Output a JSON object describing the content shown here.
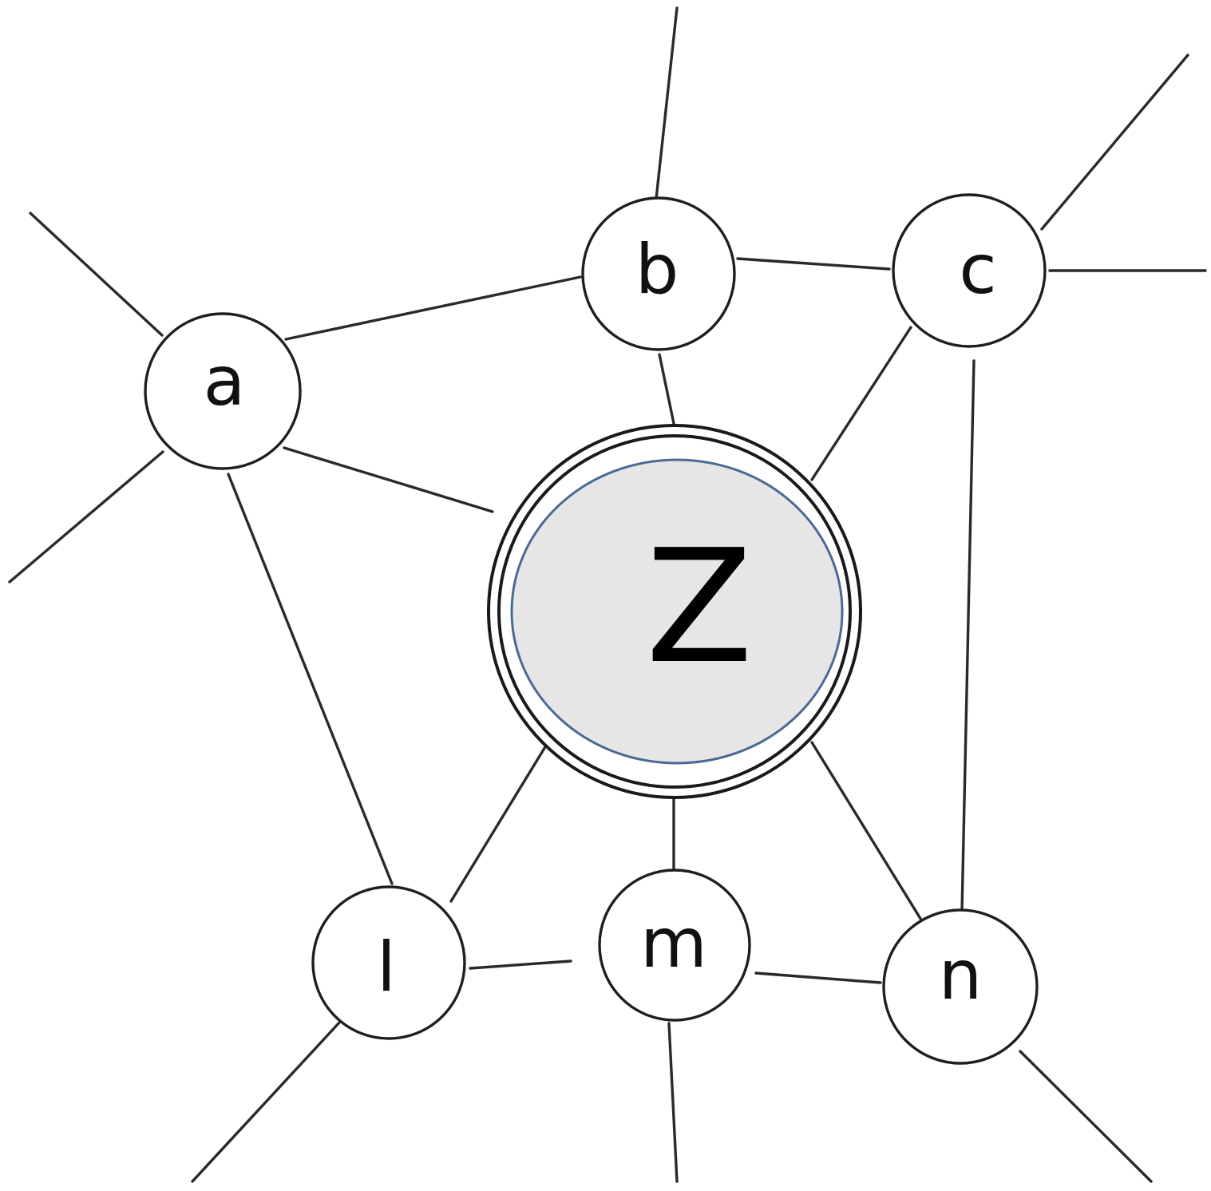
{
  "diagram": {
    "hub": {
      "label": "Z",
      "fill_color": "#e6e6e6",
      "inner_ring_color": "#4a6a94"
    },
    "nodes": [
      {
        "id": "a",
        "label": "a"
      },
      {
        "id": "b",
        "label": "b"
      },
      {
        "id": "c",
        "label": "c"
      },
      {
        "id": "l",
        "label": "l"
      },
      {
        "id": "m",
        "label": "m"
      },
      {
        "id": "n",
        "label": "n"
      }
    ],
    "edges": [
      {
        "from": "a",
        "to": "b"
      },
      {
        "from": "b",
        "to": "c"
      },
      {
        "from": "a",
        "to": "Z"
      },
      {
        "from": "b",
        "to": "Z"
      },
      {
        "from": "c",
        "to": "Z"
      },
      {
        "from": "a",
        "to": "l"
      },
      {
        "from": "c",
        "to": "n"
      },
      {
        "from": "l",
        "to": "Z"
      },
      {
        "from": "m",
        "to": "Z"
      },
      {
        "from": "n",
        "to": "Z"
      },
      {
        "from": "l",
        "to": "m"
      },
      {
        "from": "m",
        "to": "n"
      }
    ],
    "line_color": "#2a2a2a"
  }
}
